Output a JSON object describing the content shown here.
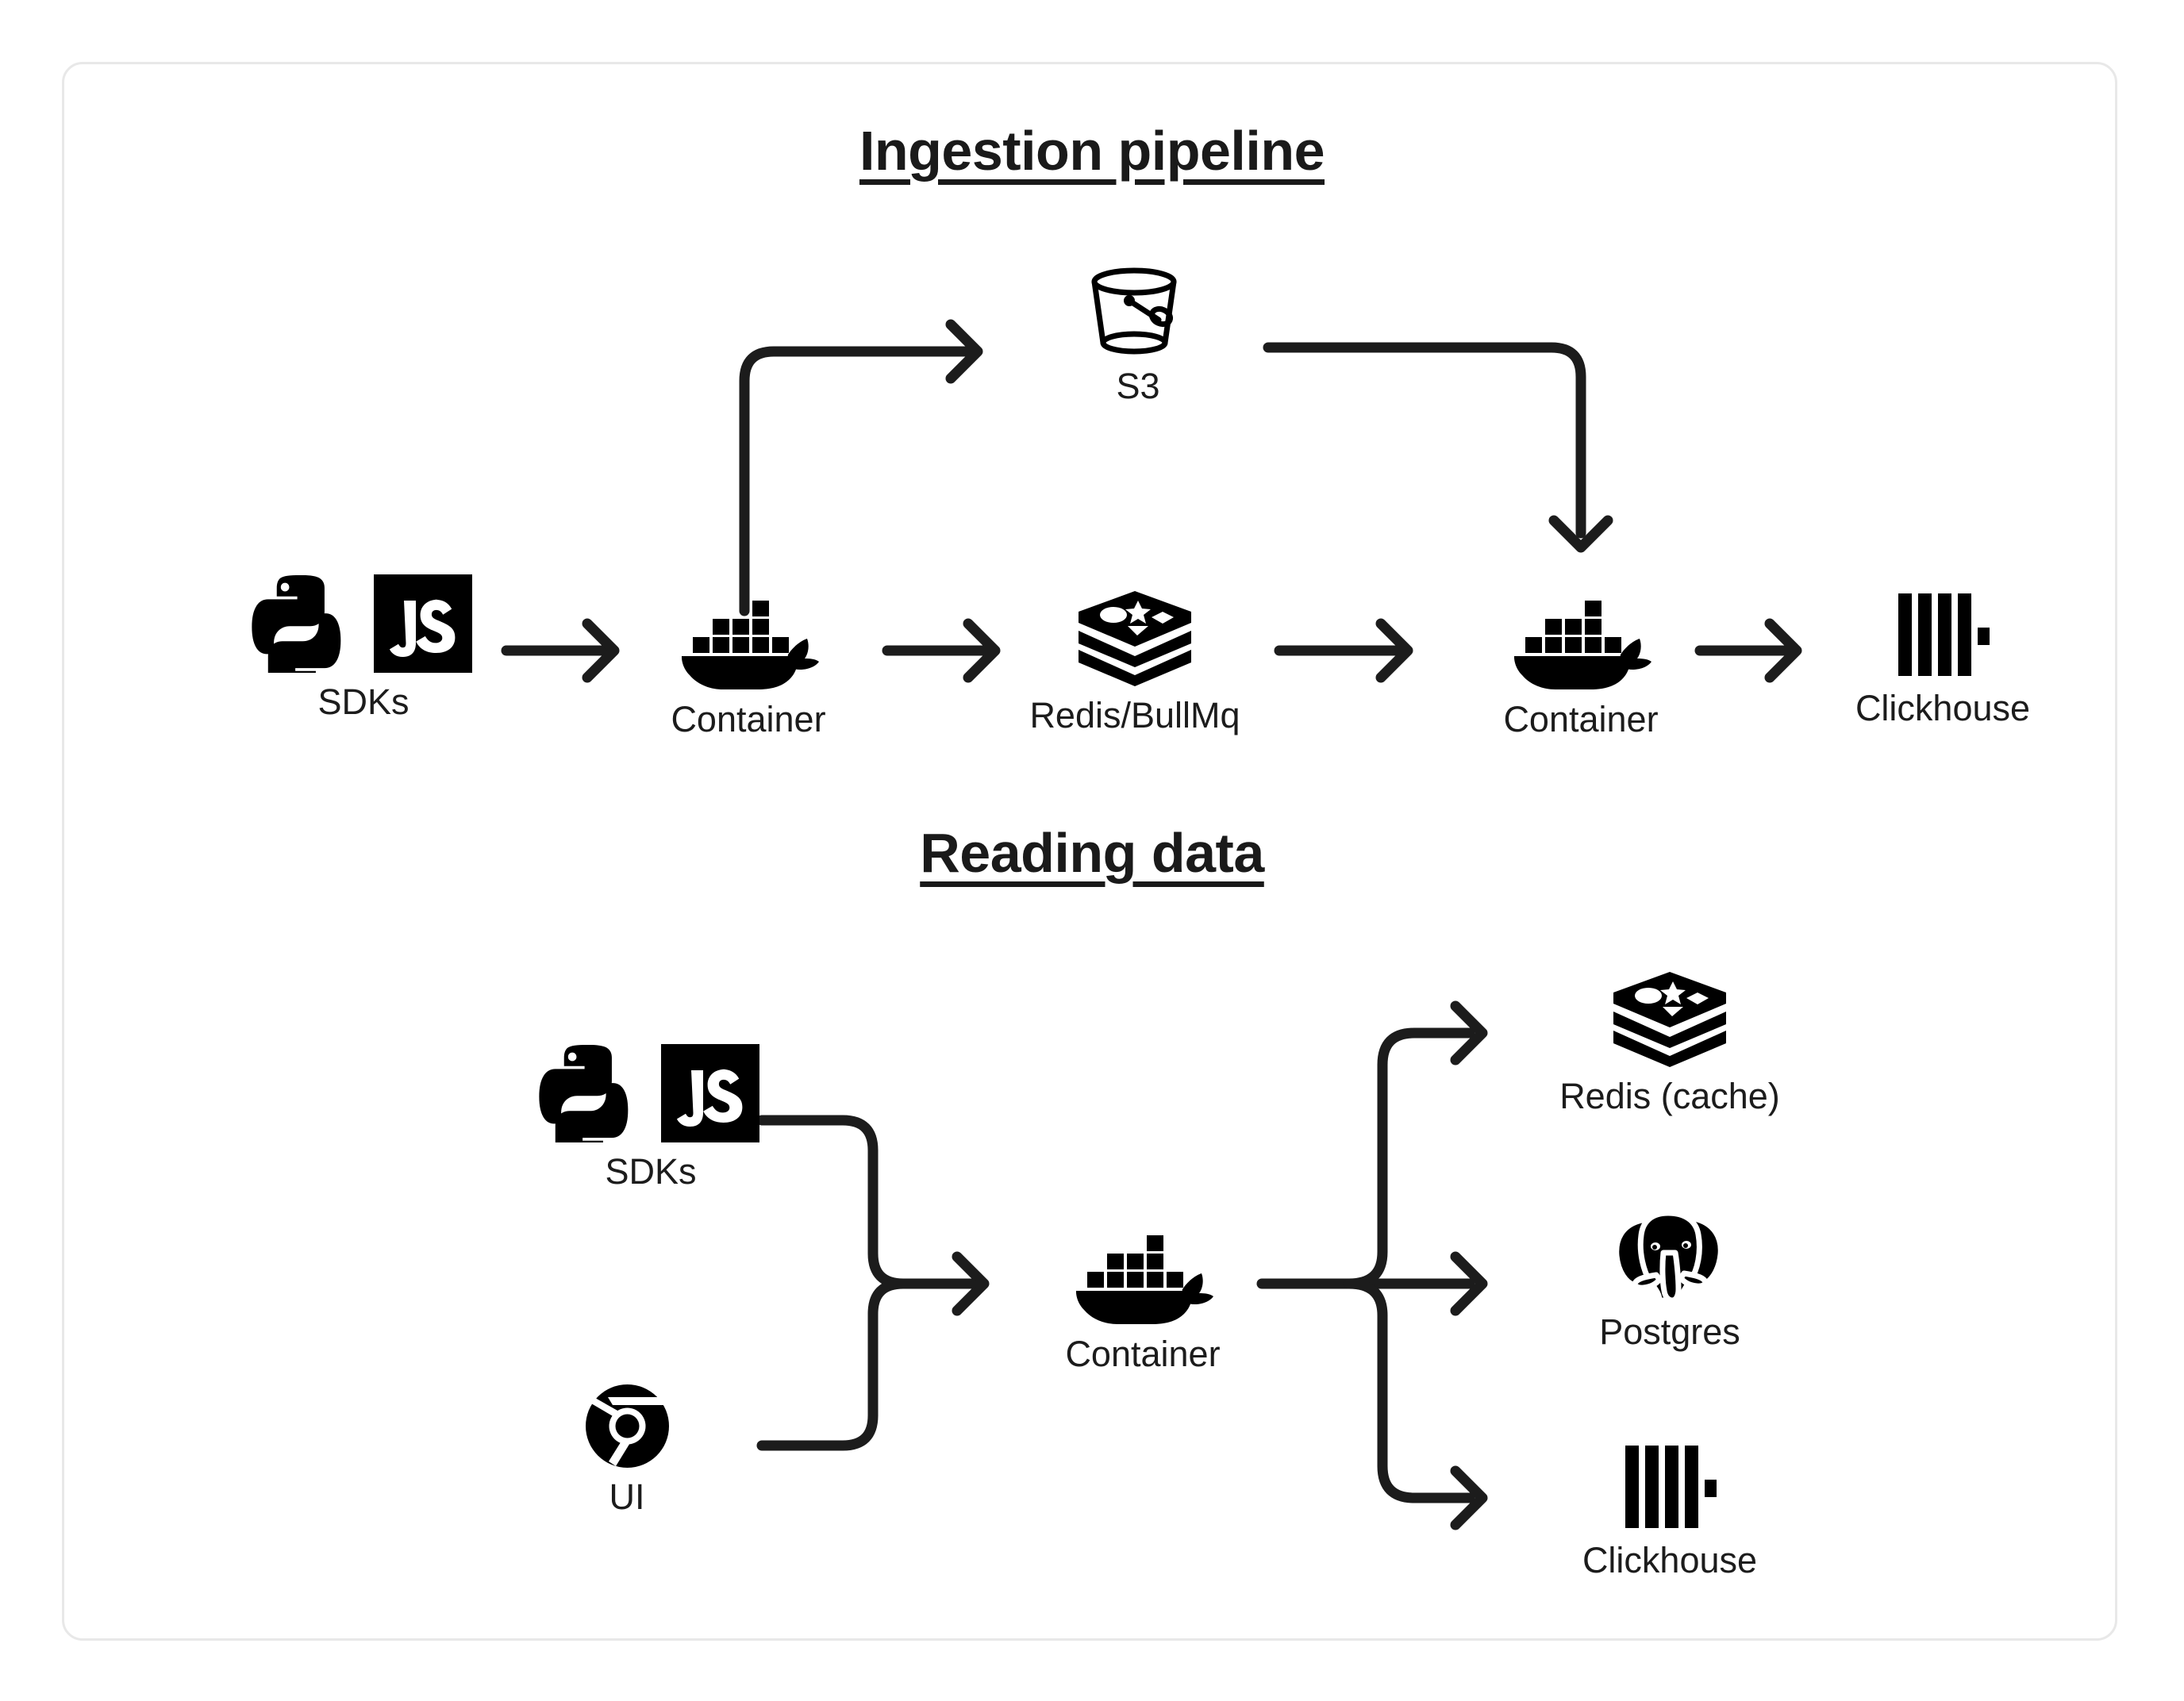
{
  "card": {
    "border_color": "#e8e8e8",
    "background": "#ffffff"
  },
  "diagram": {
    "ink_color": "#1c1c1c",
    "sections": [
      {
        "id": "ingestion",
        "title": "Ingestion pipeline",
        "nodes": [
          {
            "id": "sdks",
            "label": "SDKs",
            "icon": "python-js-icon"
          },
          {
            "id": "container1",
            "label": "Container",
            "icon": "docker-whale-icon"
          },
          {
            "id": "s3",
            "label": "S3",
            "icon": "s3-bucket-icon"
          },
          {
            "id": "redis",
            "label": "Redis/BullMq",
            "icon": "redis-icon"
          },
          {
            "id": "container2",
            "label": "Container",
            "icon": "docker-whale-icon"
          },
          {
            "id": "clickhouse",
            "label": "Clickhouse",
            "icon": "clickhouse-icon"
          }
        ],
        "edges": [
          {
            "from": "sdks",
            "to": "container1",
            "style": "straight-arrow"
          },
          {
            "from": "container1",
            "to": "s3",
            "style": "up-then-right-arrow"
          },
          {
            "from": "container1",
            "to": "redis",
            "style": "straight-arrow"
          },
          {
            "from": "s3",
            "to": "container2",
            "style": "right-then-down-arrow"
          },
          {
            "from": "redis",
            "to": "container2",
            "style": "straight-arrow"
          },
          {
            "from": "container2",
            "to": "clickhouse",
            "style": "straight-arrow"
          }
        ]
      },
      {
        "id": "reading",
        "title": "Reading data",
        "nodes": [
          {
            "id": "sdks2",
            "label": "SDKs",
            "icon": "python-js-icon"
          },
          {
            "id": "ui",
            "label": "UI",
            "icon": "chrome-icon"
          },
          {
            "id": "container3",
            "label": "Container",
            "icon": "docker-whale-icon"
          },
          {
            "id": "redis-cache",
            "label": "Redis (cache)",
            "icon": "redis-icon"
          },
          {
            "id": "postgres",
            "label": "Postgres",
            "icon": "postgres-elephant-icon"
          },
          {
            "id": "clickhouse2",
            "label": "Clickhouse",
            "icon": "clickhouse-icon"
          }
        ],
        "edges": [
          {
            "from": "sdks2",
            "to": "container3",
            "style": "merge-arrow"
          },
          {
            "from": "ui",
            "to": "container3",
            "style": "merge-arrow"
          },
          {
            "from": "container3",
            "to": "redis-cache",
            "style": "fanout-up-arrow"
          },
          {
            "from": "container3",
            "to": "postgres",
            "style": "fanout-straight-arrow"
          },
          {
            "from": "container3",
            "to": "clickhouse2",
            "style": "fanout-down-arrow"
          }
        ]
      }
    ]
  }
}
